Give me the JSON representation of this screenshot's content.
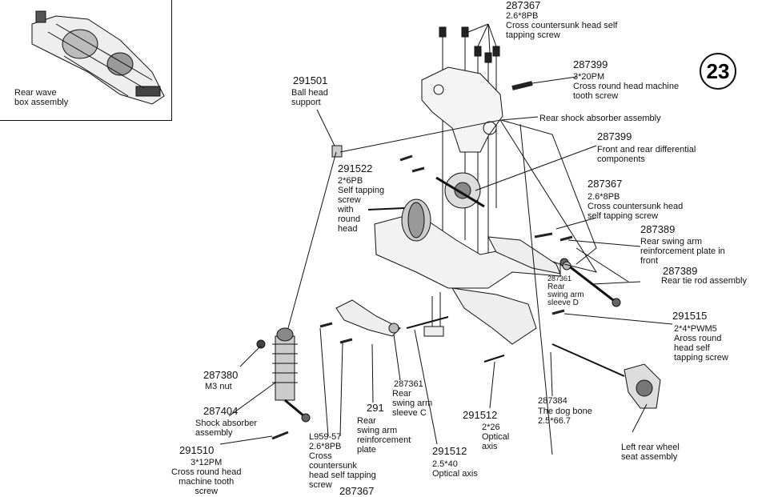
{
  "step_number": "23",
  "inset": {
    "caption": "Rear wave\nbox assembly"
  },
  "callouts": {
    "c287367_top": {
      "code": "287367",
      "desc": "2.6*8PB\nCross countersunk head self\ntapping screw"
    },
    "c287399_top": {
      "code": "287399",
      "desc": "3*20PM\nCross round head machine\ntooth screw"
    },
    "c291501": {
      "code": "291501",
      "desc": "Ball head\nsupport"
    },
    "rear_shock_absorber_assembly": "Rear shock absorber assembly",
    "c287399_diff": {
      "code": "287399",
      "desc": "Front and rear differential\ncomponents"
    },
    "c291522": {
      "code": "291522",
      "desc": "2*6PB\nSelf tapping\nscrew\nwith\nround\nhead"
    },
    "c287367_right": {
      "code": "287367",
      "desc": "2.6*8PB\nCross countersunk head\nself tapping screw"
    },
    "c287389_plate": {
      "code": "287389",
      "desc": "Rear swing arm\nreinforcement plate in\nfront"
    },
    "c287389_tie": {
      "code": "287389",
      "desc": "Rear tie rod assembly"
    },
    "c287361_d": {
      "code": "287361",
      "desc": "Rear\nswing arm\nsleeve D"
    },
    "c291515": {
      "code": "291515",
      "desc": "2*4*PWM5\nAross round\nhead self\ntapping screw"
    },
    "c287380": {
      "code": "287380",
      "desc": "M3 nut"
    },
    "c287404": {
      "code": "287404",
      "desc": "Shock absorber\nassembly"
    },
    "c291510": {
      "code": "291510",
      "desc": "3*12PM\nCross round head\nmachine tooth\nscrew"
    },
    "c_l959": {
      "code": "L959-57",
      "desc": "2.6*8PB\nCross\ncountersunk\nhead self tapping\nscrew"
    },
    "c287367_bottom": {
      "code": "287367"
    },
    "c291_plate": {
      "code": "291",
      "desc": "Rear\nswing arm\nreinforcement\nplate"
    },
    "c287361_c": {
      "code": "287361",
      "desc": "Rear\nswing arm\nsleeve C"
    },
    "c291512_mid": {
      "code": "291512",
      "desc": "2*26\nOptical\naxis"
    },
    "c291512_bottom": {
      "code": "291512",
      "desc": "2.5*40\nOptical axis"
    },
    "c287384": {
      "code": "287384",
      "desc": "The dog bone\n2.5*66.7"
    },
    "left_rear_wheel_seat_assembly": "Left rear wheel\nseat assembly"
  }
}
